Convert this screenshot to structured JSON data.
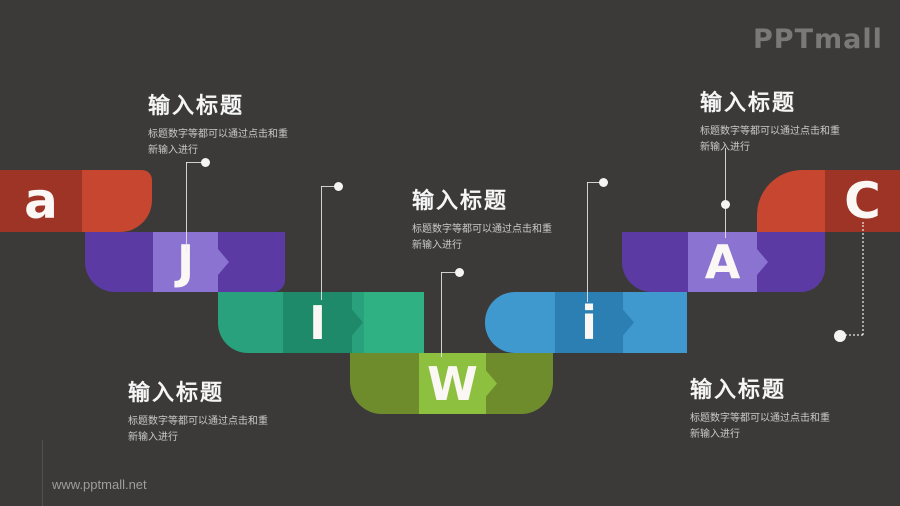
{
  "slide": {
    "logo": "PPTmall",
    "watermark": "www.pptmall.net",
    "background_color": "#3b3a39"
  },
  "palette": {
    "red_dark": "#9e3426",
    "red_bright": "#c64630",
    "purple_dark": "#5b3aa4",
    "purple_light": "#8b73d2",
    "teal_base": "#29a17c",
    "teal_dark": "#1f8a69",
    "teal_light": "#2fb183",
    "olive_dark": "#6f8c2d",
    "green_light": "#8ec03f",
    "blue_light": "#3f99ce",
    "blue_dark": "#2b7fb3",
    "text_title": "#f5f5f5",
    "text_body": "#c9c9c9"
  },
  "segments": [
    {
      "letter": "a"
    },
    {
      "letter": "J"
    },
    {
      "letter": "I"
    },
    {
      "letter": "W"
    },
    {
      "letter": "i"
    },
    {
      "letter": "A"
    },
    {
      "letter": "C"
    }
  ],
  "text_blocks": [
    {
      "position": "top-left",
      "title": "输入标题",
      "body_line1": "标题数字等都可以通过点击和重",
      "body_line2": "新输入进行"
    },
    {
      "position": "top-right",
      "title": "输入标题",
      "body_line1": "标题数字等都可以通过点击和重",
      "body_line2": "新输入进行"
    },
    {
      "position": "center",
      "title": "输入标题",
      "body_line1": "标题数字等都可以通过点击和重",
      "body_line2": "新输入进行"
    },
    {
      "position": "bottom-left",
      "title": "输入标题",
      "body_line1": "标题数字等都可以通过点击和重",
      "body_line2": "新输入进行"
    },
    {
      "position": "bottom-right",
      "title": "输入标题",
      "body_line1": "标题数字等都可以通过点击和重",
      "body_line2": "新输入进行"
    }
  ]
}
